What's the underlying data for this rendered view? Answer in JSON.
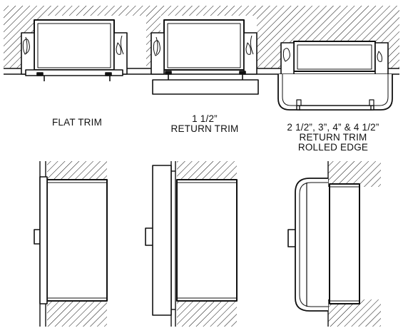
{
  "labels": {
    "flat_trim": "FLAT TRIM",
    "return_trim": {
      "size": "1 1/2”",
      "name": "RETURN TRIM"
    },
    "rolled_edge": {
      "sizes": "2 1/2”, 3”, 4” & 4 1/2”",
      "line2": "RETURN TRIM",
      "line3": "ROLLED EDGE"
    }
  },
  "colors": {
    "ink": "#111111",
    "paper": "#ffffff"
  }
}
